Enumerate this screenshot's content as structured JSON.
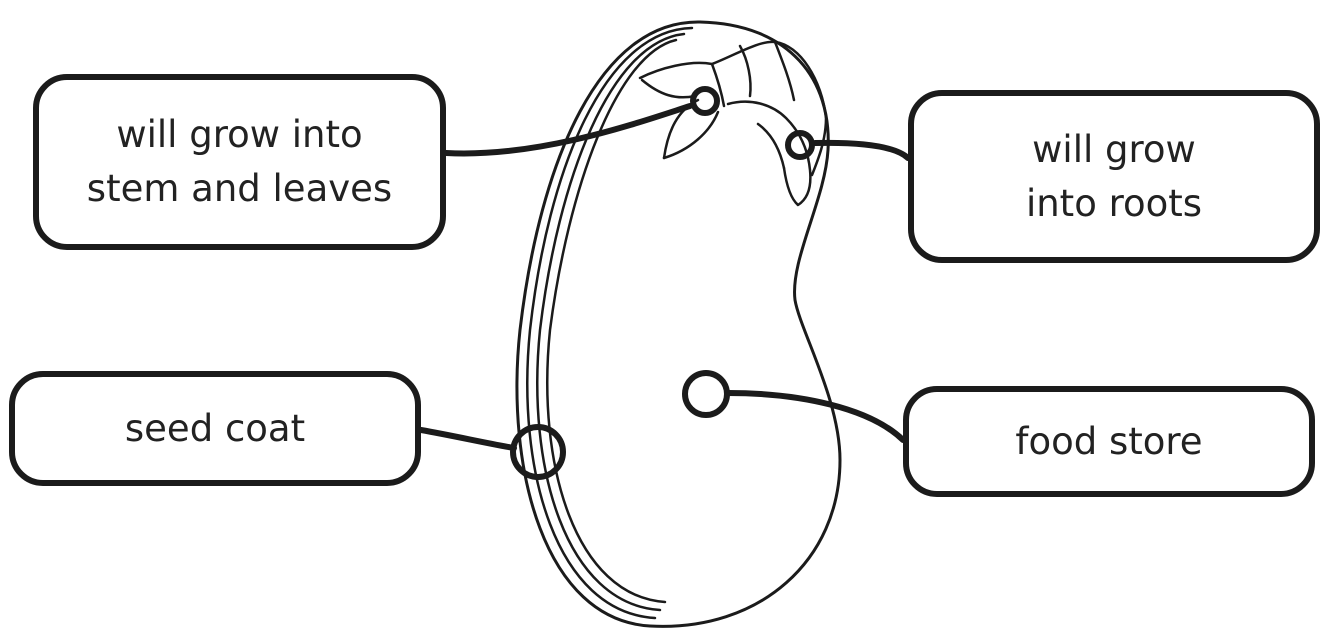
{
  "labels": {
    "stem_leaves": {
      "line1": "will grow into",
      "line2": "stem and leaves"
    },
    "roots": {
      "line1": "will grow",
      "line2": "into roots"
    },
    "seed_coat": {
      "text": "seed coat"
    },
    "food_store": {
      "text": "food store"
    }
  },
  "colors": {
    "ink": "#1b1b1b",
    "text": "#222222",
    "background": "#ffffff"
  }
}
